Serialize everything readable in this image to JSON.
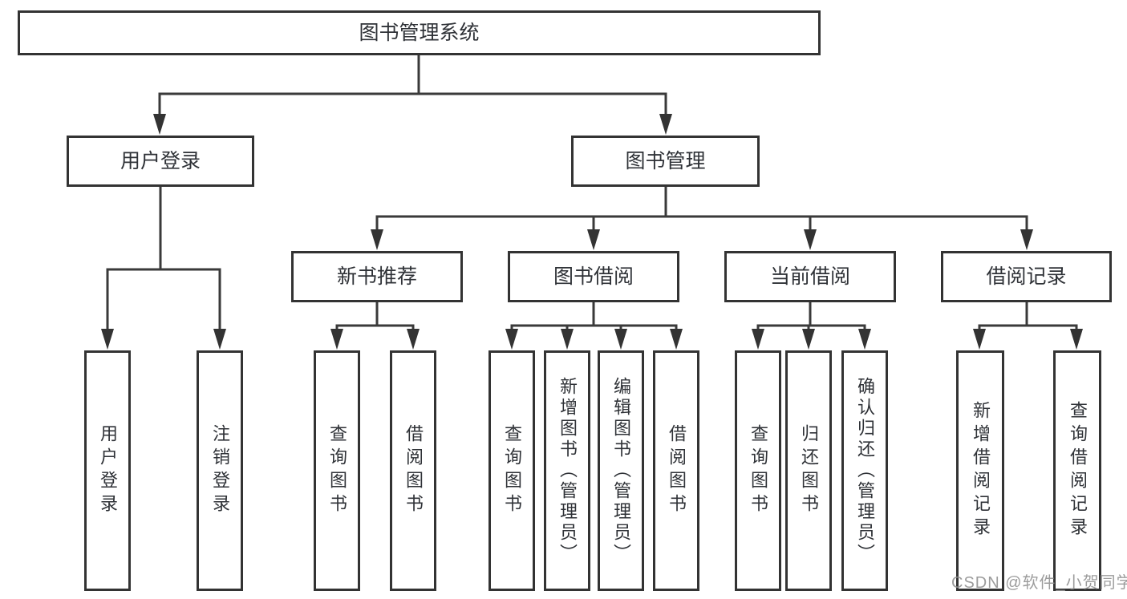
{
  "diagram_title": "图书管理系统",
  "hierarchy": {
    "label": "图书管理系统",
    "children": [
      {
        "label": "用户登录",
        "children": [
          {
            "label": "用户登录"
          },
          {
            "label": "注销登录"
          }
        ]
      },
      {
        "label": "图书管理",
        "children": [
          {
            "label": "新书推荐",
            "children": [
              {
                "label": "查询图书"
              },
              {
                "label": "借阅图书"
              }
            ]
          },
          {
            "label": "图书借阅",
            "children": [
              {
                "label": "查询图书"
              },
              {
                "label": "新增图书（管理员）"
              },
              {
                "label": "编辑图书（管理员）"
              },
              {
                "label": "借阅图书"
              }
            ]
          },
          {
            "label": "当前借阅",
            "children": [
              {
                "label": "查询图书"
              },
              {
                "label": "归还图书"
              },
              {
                "label": "确认归还（管理员）"
              }
            ]
          },
          {
            "label": "借阅记录",
            "children": [
              {
                "label": "新增借阅记录"
              },
              {
                "label": "查询借阅记录"
              }
            ]
          }
        ]
      }
    ]
  },
  "watermark": {
    "text": "CSDN @软件_小贺同学"
  },
  "colors": {
    "line": "#3a3a3a",
    "box_border": "#333333",
    "text": "#2f3237",
    "watermark": "#949494",
    "background": "#ffffff"
  }
}
